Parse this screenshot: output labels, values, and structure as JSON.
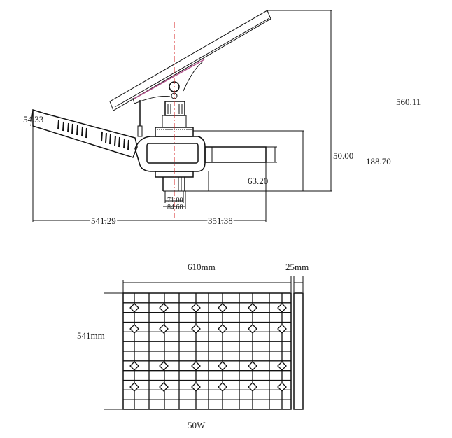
{
  "side_view": {
    "dimensions": {
      "panel_height": "560.11",
      "head_thickness": "54.33",
      "arm_height": "188.70",
      "arm_diameter": "50.00",
      "mount_height": "63.20",
      "mount_inner_width": "71.00",
      "mount_outer_width": "84.68",
      "left_length": "541.29",
      "right_length": "351.38"
    },
    "colors": {
      "centerline": "#d42020",
      "panel_edge": "#b0508a",
      "line": "#111111"
    }
  },
  "panel_view": {
    "width_label": "610mm",
    "thickness_label": "25mm",
    "height_label": "541mm",
    "power_label": "50W"
  }
}
